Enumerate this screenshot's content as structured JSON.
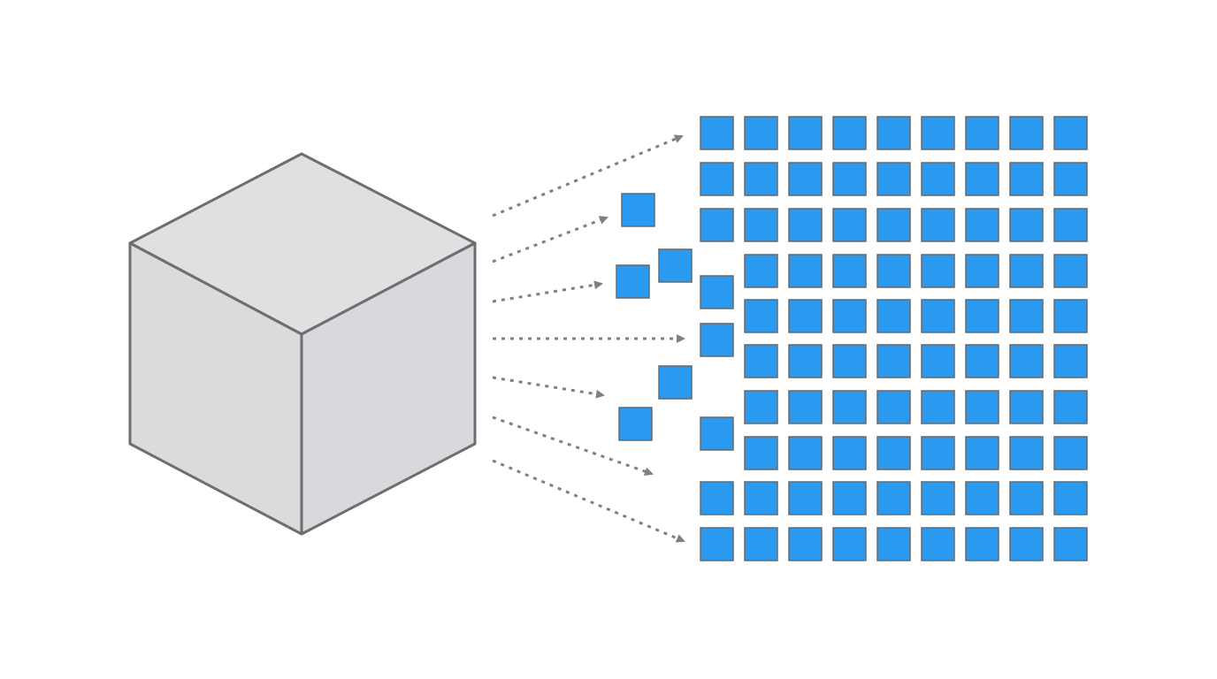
{
  "diagram": {
    "colors": {
      "background": "#ffffff",
      "cube_fill": "#dcdddf",
      "cube_stroke": "#6e6e70",
      "arrow": "#808080",
      "tile_fill": "#2a9af0",
      "tile_stroke": "#5f6b76"
    },
    "grid": {
      "rows": 10,
      "cols": 9,
      "missing_cells": [
        [
          3,
          0
        ],
        [
          4,
          0
        ],
        [
          5,
          0
        ],
        [
          6,
          0
        ],
        [
          7,
          0
        ]
      ]
    },
    "scattered_tiles_count": 8,
    "arrow_count": 7
  }
}
